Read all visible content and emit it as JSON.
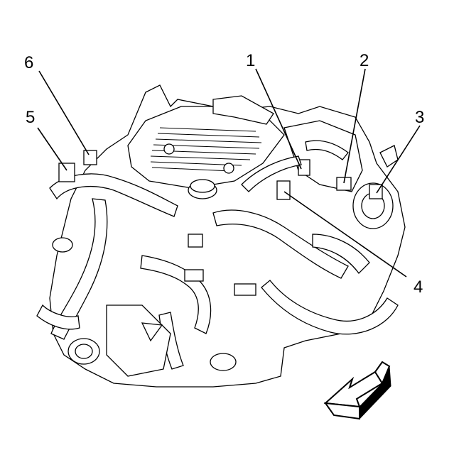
{
  "callouts": [
    {
      "label": "1"
    },
    {
      "label": "2"
    },
    {
      "label": "3"
    },
    {
      "label": "4"
    },
    {
      "label": "5"
    },
    {
      "label": "6"
    }
  ],
  "colors": {
    "line": "#000000",
    "background": "#ffffff"
  },
  "icons": {
    "direction_arrow": "front-of-vehicle-arrow-icon"
  }
}
